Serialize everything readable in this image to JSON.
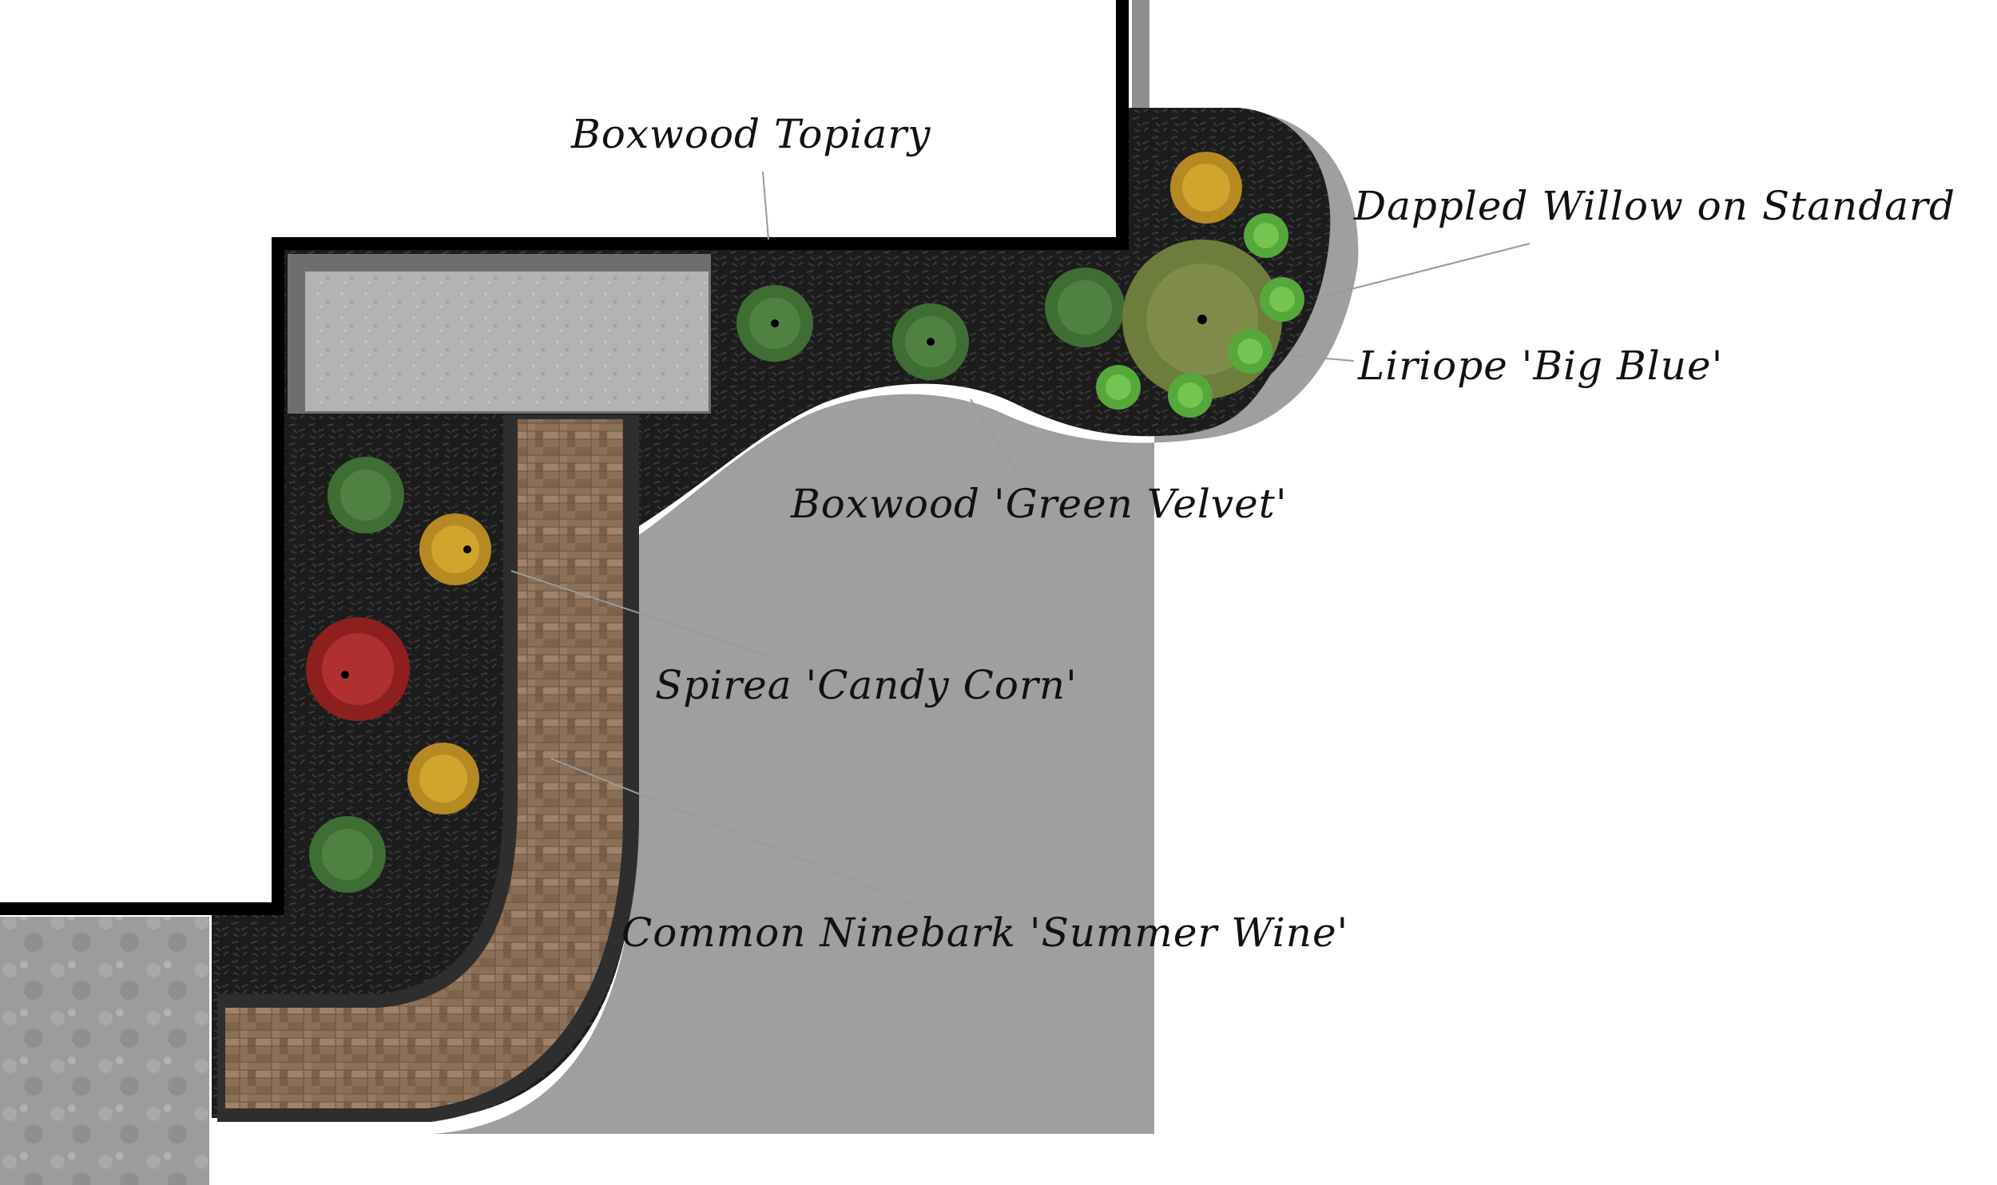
{
  "labels": {
    "boxwood_topiary": "Boxwood Topiary",
    "dappled_willow": "Dappled Willow on Standard",
    "liriope": "Liriope 'Big Blue'",
    "boxwood_green_velvet": "Boxwood 'Green Velvet'",
    "spirea": "Spirea 'Candy Corn'",
    "ninebark": "Common Ninebark 'Summer Wine'"
  },
  "colors": {
    "mulch": "#1c1c1c",
    "house_wall": "#000000",
    "shadow": "#8e8e8e",
    "paver_path": "#8c6f57",
    "paver_edge": "#2e2e2e",
    "concrete_slab": "#9c9c9c",
    "step_stone": "#b3b3b3",
    "boxwood": "#3f6e34",
    "spirea": "#c8a228",
    "ninebark": "#a82828",
    "dappled_willow": "#6f7d3c",
    "liriope": "#55a83a"
  }
}
